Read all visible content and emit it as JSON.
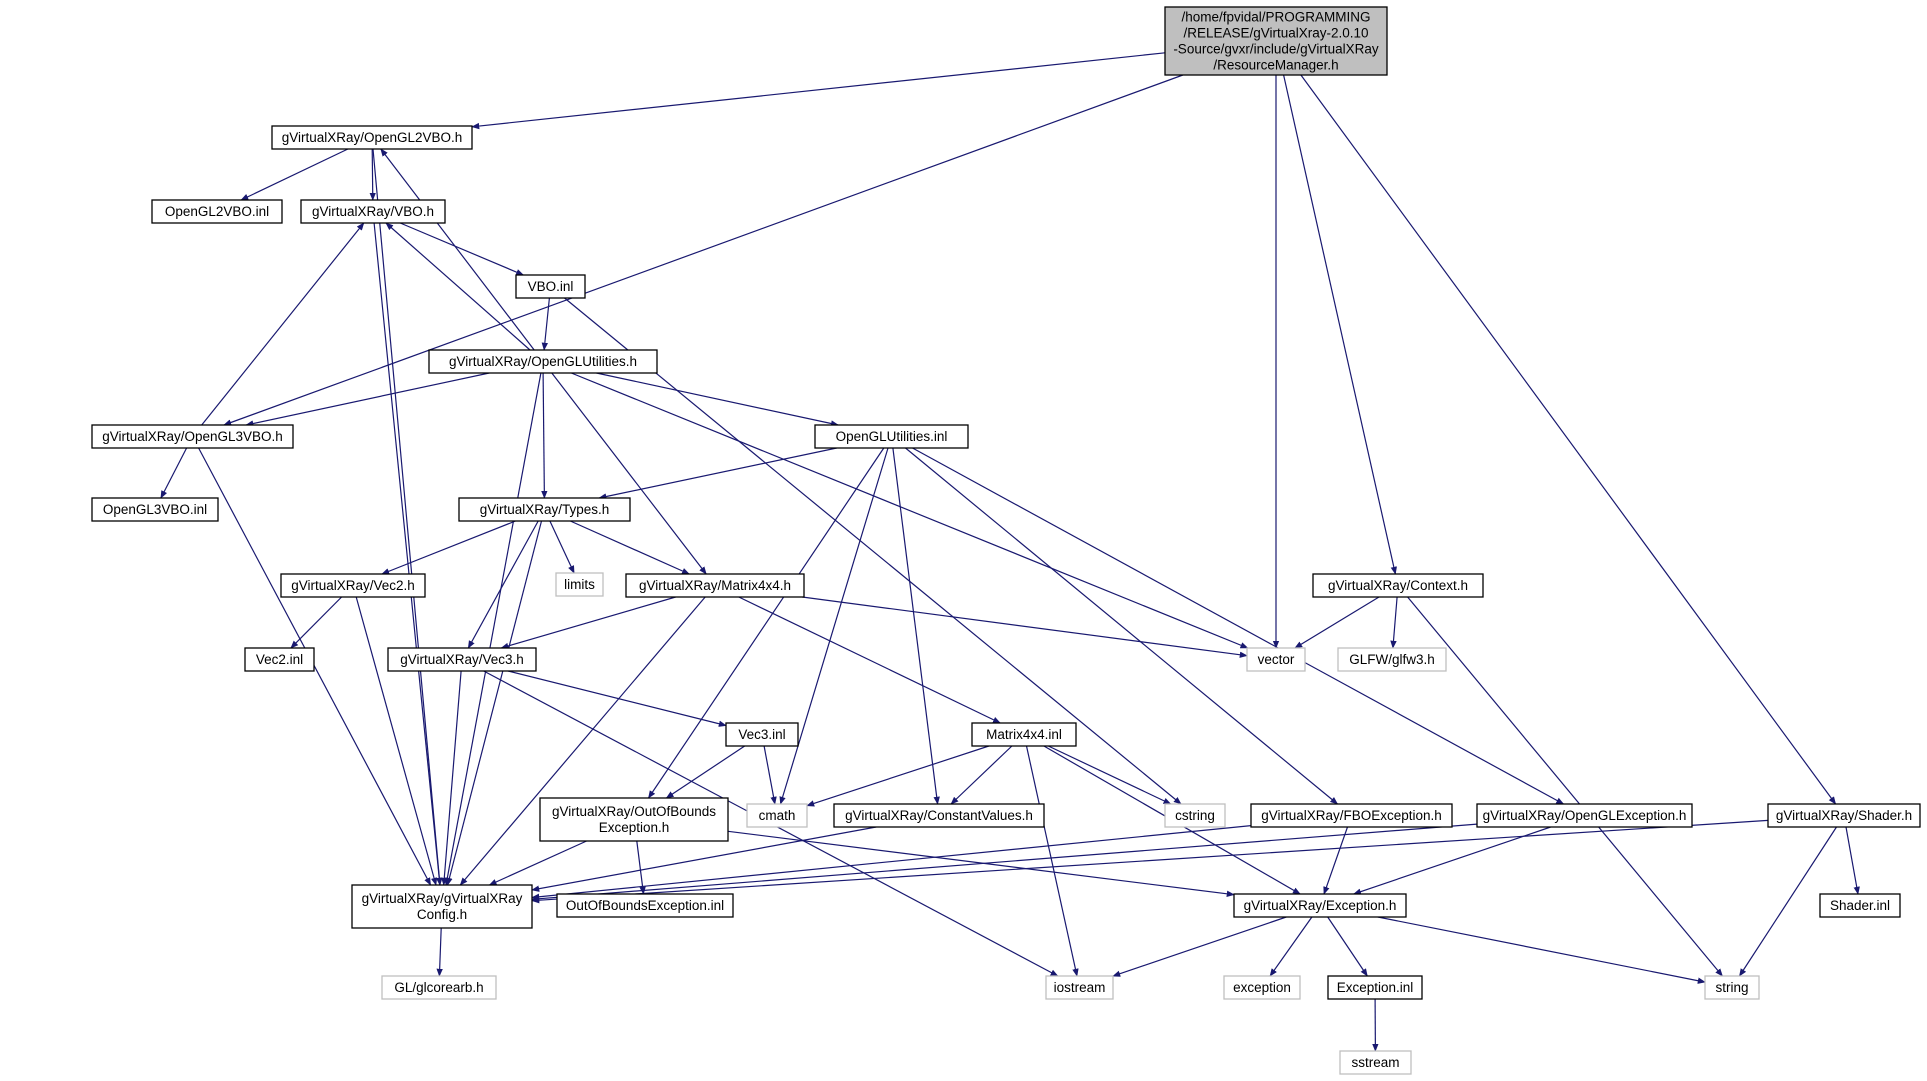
{
  "colors": {
    "edge": "#191970",
    "root_fill": "#bfbfbf",
    "node_stroke": "#000000",
    "external_stroke": "#bfbfbf",
    "node_fill": "#ffffff"
  },
  "nodes": [
    {
      "id": "root",
      "kind": "root",
      "lines": [
        "/home/fpvidal/PROGRAMMING",
        "/RELEASE/gVirtualXray-2.0.10",
        "-Source/gvxr/include/gVirtualXRay",
        "/ResourceManager.h"
      ]
    },
    {
      "id": "opengl2vbo_h",
      "kind": "header",
      "lines": [
        "gVirtualXRay/OpenGL2VBO.h"
      ]
    },
    {
      "id": "opengl2vbo_inl",
      "kind": "header",
      "lines": [
        "OpenGL2VBO.inl"
      ]
    },
    {
      "id": "vbo_h",
      "kind": "header",
      "lines": [
        "gVirtualXRay/VBO.h"
      ]
    },
    {
      "id": "vbo_inl",
      "kind": "header",
      "lines": [
        "VBO.inl"
      ]
    },
    {
      "id": "oglutils_h",
      "kind": "header",
      "lines": [
        "gVirtualXRay/OpenGLUtilities.h"
      ]
    },
    {
      "id": "opengl3vbo_h",
      "kind": "header",
      "lines": [
        "gVirtualXRay/OpenGL3VBO.h"
      ]
    },
    {
      "id": "opengl3vbo_inl",
      "kind": "header",
      "lines": [
        "OpenGL3VBO.inl"
      ]
    },
    {
      "id": "oglutils_inl",
      "kind": "header",
      "lines": [
        "OpenGLUtilities.inl"
      ]
    },
    {
      "id": "types_h",
      "kind": "header",
      "lines": [
        "gVirtualXRay/Types.h"
      ]
    },
    {
      "id": "limits",
      "kind": "external",
      "lines": [
        "limits"
      ]
    },
    {
      "id": "vec2_h",
      "kind": "header",
      "lines": [
        "gVirtualXRay/Vec2.h"
      ]
    },
    {
      "id": "vec2_inl",
      "kind": "header",
      "lines": [
        "Vec2.inl"
      ]
    },
    {
      "id": "matrix_h",
      "kind": "header",
      "lines": [
        "gVirtualXRay/Matrix4x4.h"
      ]
    },
    {
      "id": "vec3_h",
      "kind": "header",
      "lines": [
        "gVirtualXRay/Vec3.h"
      ]
    },
    {
      "id": "vec3_inl",
      "kind": "header",
      "lines": [
        "Vec3.inl"
      ]
    },
    {
      "id": "matrix_inl",
      "kind": "header",
      "lines": [
        "Matrix4x4.inl"
      ]
    },
    {
      "id": "oob_h",
      "kind": "header",
      "lines": [
        "gVirtualXRay/OutOfBounds",
        "Exception.h"
      ]
    },
    {
      "id": "cmath",
      "kind": "external",
      "lines": [
        "cmath"
      ]
    },
    {
      "id": "constval_h",
      "kind": "header",
      "lines": [
        "gVirtualXRay/ConstantValues.h"
      ]
    },
    {
      "id": "cstring",
      "kind": "external",
      "lines": [
        "cstring"
      ]
    },
    {
      "id": "vector",
      "kind": "external",
      "lines": [
        "vector"
      ]
    },
    {
      "id": "context_h",
      "kind": "header",
      "lines": [
        "gVirtualXRay/Context.h"
      ]
    },
    {
      "id": "glfw",
      "kind": "external",
      "lines": [
        "GLFW/glfw3.h"
      ]
    },
    {
      "id": "config_h",
      "kind": "header",
      "lines": [
        "gVirtualXRay/gVirtualXRay",
        "Config.h"
      ]
    },
    {
      "id": "oob_inl",
      "kind": "header",
      "lines": [
        "OutOfBoundsException.inl"
      ]
    },
    {
      "id": "fbo_h",
      "kind": "header",
      "lines": [
        "gVirtualXRay/FBOException.h"
      ]
    },
    {
      "id": "glexc_h",
      "kind": "header",
      "lines": [
        "gVirtualXRay/OpenGLException.h"
      ]
    },
    {
      "id": "shader_h",
      "kind": "header",
      "lines": [
        "gVirtualXRay/Shader.h"
      ]
    },
    {
      "id": "shader_inl",
      "kind": "header",
      "lines": [
        "Shader.inl"
      ]
    },
    {
      "id": "exception_h",
      "kind": "header",
      "lines": [
        "gVirtualXRay/Exception.h"
      ]
    },
    {
      "id": "glcorearb",
      "kind": "external",
      "lines": [
        "GL/glcorearb.h"
      ]
    },
    {
      "id": "iostream",
      "kind": "external",
      "lines": [
        "iostream"
      ]
    },
    {
      "id": "exception",
      "kind": "external",
      "lines": [
        "exception"
      ]
    },
    {
      "id": "exception_inl",
      "kind": "header",
      "lines": [
        "Exception.inl"
      ]
    },
    {
      "id": "string",
      "kind": "external",
      "lines": [
        "string"
      ]
    },
    {
      "id": "sstream",
      "kind": "external",
      "lines": [
        "sstream"
      ]
    }
  ],
  "edges": [
    [
      "root",
      "opengl2vbo_h"
    ],
    [
      "root",
      "opengl3vbo_h"
    ],
    [
      "root",
      "vector"
    ],
    [
      "root",
      "context_h"
    ],
    [
      "root",
      "shader_h"
    ],
    [
      "opengl2vbo_h",
      "opengl2vbo_inl"
    ],
    [
      "opengl2vbo_h",
      "vbo_h"
    ],
    [
      "opengl2vbo_h",
      "config_h"
    ],
    [
      "vbo_h",
      "vbo_inl"
    ],
    [
      "vbo_h",
      "config_h"
    ],
    [
      "vbo_inl",
      "oglutils_h"
    ],
    [
      "vbo_inl",
      "cstring"
    ],
    [
      "oglutils_h",
      "opengl2vbo_h"
    ],
    [
      "oglutils_h",
      "vbo_h"
    ],
    [
      "oglutils_h",
      "opengl3vbo_h"
    ],
    [
      "oglutils_h",
      "oglutils_inl"
    ],
    [
      "oglutils_h",
      "types_h"
    ],
    [
      "oglutils_h",
      "matrix_h"
    ],
    [
      "oglutils_h",
      "config_h"
    ],
    [
      "oglutils_h",
      "vector"
    ],
    [
      "opengl3vbo_h",
      "vbo_h"
    ],
    [
      "opengl3vbo_h",
      "opengl3vbo_inl"
    ],
    [
      "opengl3vbo_h",
      "config_h"
    ],
    [
      "oglutils_inl",
      "types_h"
    ],
    [
      "oglutils_inl",
      "oob_h"
    ],
    [
      "oglutils_inl",
      "cmath"
    ],
    [
      "oglutils_inl",
      "constval_h"
    ],
    [
      "oglutils_inl",
      "fbo_h"
    ],
    [
      "oglutils_inl",
      "glexc_h"
    ],
    [
      "types_h",
      "vec2_h"
    ],
    [
      "types_h",
      "limits"
    ],
    [
      "types_h",
      "matrix_h"
    ],
    [
      "types_h",
      "vec3_h"
    ],
    [
      "types_h",
      "config_h"
    ],
    [
      "vec2_h",
      "vec2_inl"
    ],
    [
      "vec2_h",
      "config_h"
    ],
    [
      "matrix_h",
      "vec3_h"
    ],
    [
      "matrix_h",
      "matrix_inl"
    ],
    [
      "matrix_h",
      "vector"
    ],
    [
      "matrix_h",
      "config_h"
    ],
    [
      "vec3_h",
      "vec3_inl"
    ],
    [
      "vec3_h",
      "config_h"
    ],
    [
      "vec3_h",
      "iostream"
    ],
    [
      "vec3_inl",
      "oob_h"
    ],
    [
      "vec3_inl",
      "cmath"
    ],
    [
      "matrix_inl",
      "cmath"
    ],
    [
      "matrix_inl",
      "constval_h"
    ],
    [
      "matrix_inl",
      "cstring"
    ],
    [
      "matrix_inl",
      "exception_h"
    ],
    [
      "matrix_inl",
      "iostream"
    ],
    [
      "oob_h",
      "config_h"
    ],
    [
      "oob_h",
      "oob_inl"
    ],
    [
      "oob_h",
      "exception_h"
    ],
    [
      "constval_h",
      "config_h"
    ],
    [
      "context_h",
      "vector"
    ],
    [
      "context_h",
      "glfw"
    ],
    [
      "context_h",
      "string"
    ],
    [
      "config_h",
      "glcorearb"
    ],
    [
      "fbo_h",
      "config_h"
    ],
    [
      "fbo_h",
      "exception_h"
    ],
    [
      "glexc_h",
      "config_h"
    ],
    [
      "glexc_h",
      "exception_h"
    ],
    [
      "shader_h",
      "config_h"
    ],
    [
      "shader_h",
      "shader_inl"
    ],
    [
      "shader_h",
      "string"
    ],
    [
      "exception_h",
      "iostream"
    ],
    [
      "exception_h",
      "exception"
    ],
    [
      "exception_h",
      "exception_inl"
    ],
    [
      "exception_h",
      "string"
    ],
    [
      "exception_inl",
      "sstream"
    ]
  ]
}
